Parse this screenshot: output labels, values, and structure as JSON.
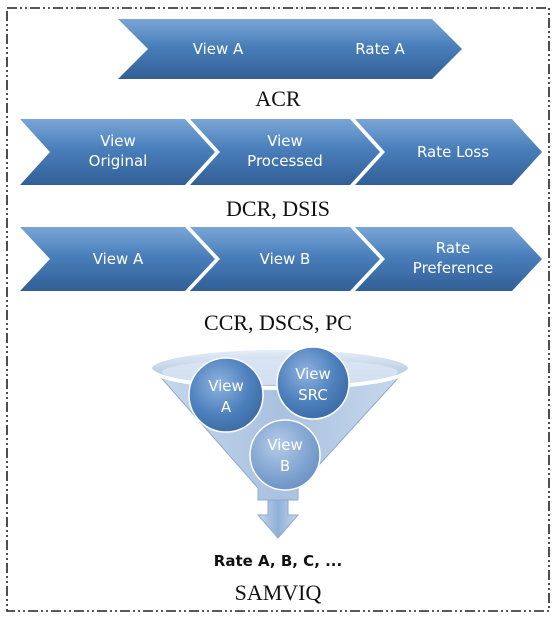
{
  "rows": [
    {
      "caption": "ACR",
      "steps": [
        {
          "lines": [
            "View A"
          ]
        },
        {
          "lines": [
            "Rate A"
          ]
        }
      ]
    },
    {
      "caption": "DCR, DSIS",
      "steps": [
        {
          "lines": [
            "View",
            "Original"
          ]
        },
        {
          "lines": [
            "View",
            "Processed"
          ]
        },
        {
          "lines": [
            "Rate Loss"
          ]
        }
      ]
    },
    {
      "caption": "CCR, DSCS, PC",
      "steps": [
        {
          "lines": [
            "View A"
          ]
        },
        {
          "lines": [
            "View B"
          ]
        },
        {
          "lines": [
            "Rate",
            "Preference"
          ]
        }
      ]
    }
  ],
  "funnel": {
    "bubbles": [
      {
        "lines": [
          "View",
          "A"
        ]
      },
      {
        "lines": [
          "View",
          "SRC"
        ]
      },
      {
        "lines": [
          "View",
          "B"
        ]
      }
    ],
    "output_label": "Rate A, B, C, ...",
    "caption": "SAMVIQ"
  },
  "colors": {
    "chevron_dark": "#3a6ea5",
    "chevron_light": "#6f9bcd",
    "funnel": "#b8cde6",
    "border": "#222222"
  }
}
